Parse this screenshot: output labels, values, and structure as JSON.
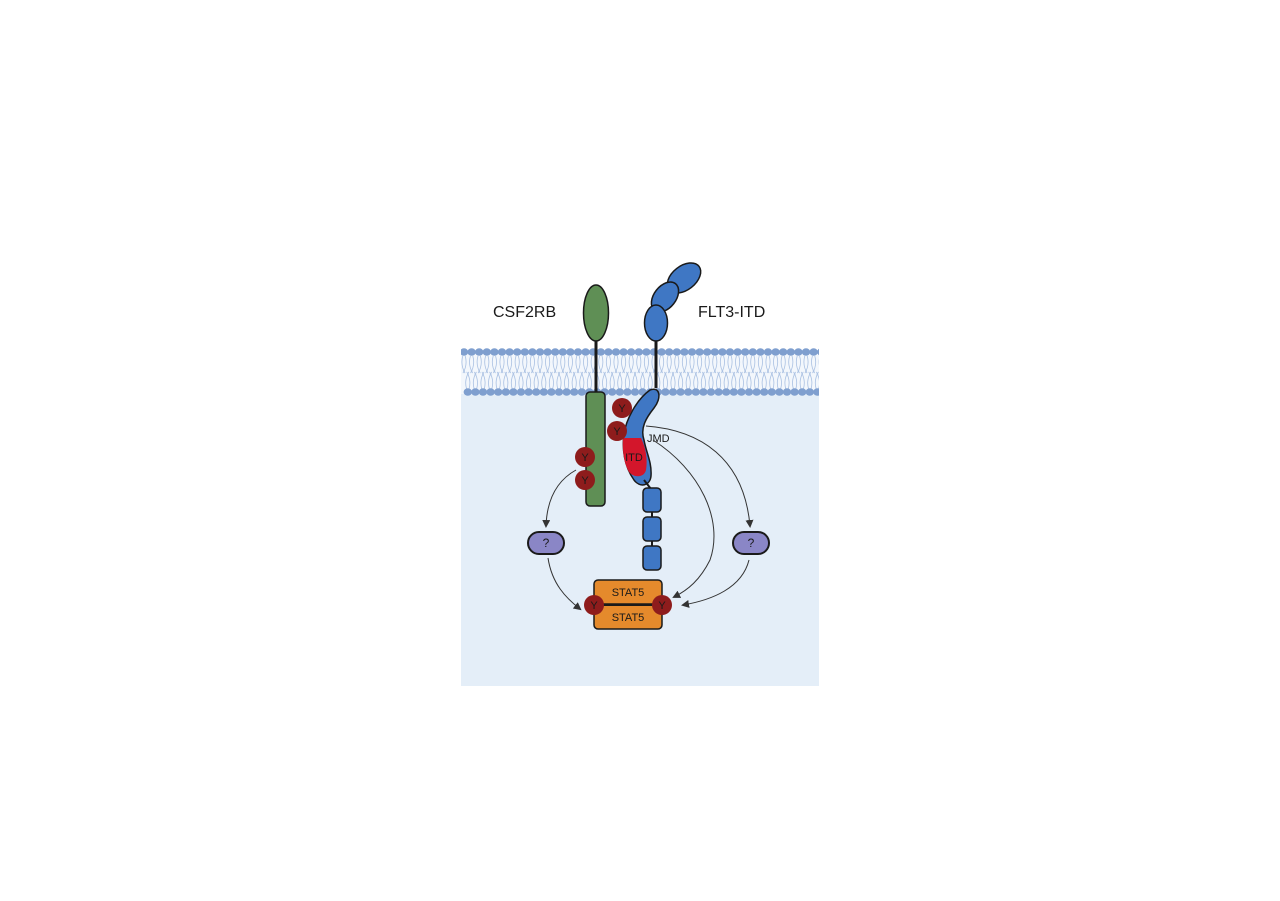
{
  "labels": {
    "csf2rb": "CSF2RB",
    "flt3_itd": "FLT3-ITD",
    "jmd": "JMD",
    "itd": "ITD",
    "phospho_tyrosine": "Y",
    "unknown_mediator": "?",
    "stat5_top": "STAT5",
    "stat5_bottom": "STAT5"
  },
  "colors": {
    "cytoplasm": "#e4eef8",
    "membrane_head": "#7f9fcf",
    "membrane_tail": "#a9c0e2",
    "csf2rb": "#5f8f55",
    "flt3": "#3f77c4",
    "itd": "#d3162b",
    "tyrosine": "#8e1c1c",
    "mediator": "#8a86c6",
    "stat5": "#e58a2c"
  }
}
